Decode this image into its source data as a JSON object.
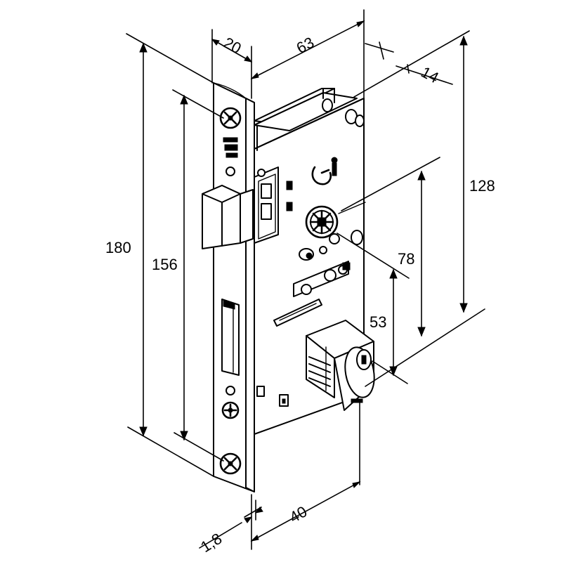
{
  "dimensions": {
    "faceplate_width": "20",
    "backset_depth": "63",
    "case_thickness": "14",
    "case_height": "128",
    "faceplate_length": "180",
    "screw_spacing": "156",
    "spindle_to_cylinder": "78",
    "cylinder_offset": "53",
    "faceplate_thickness": "1,8",
    "backset": "40"
  }
}
